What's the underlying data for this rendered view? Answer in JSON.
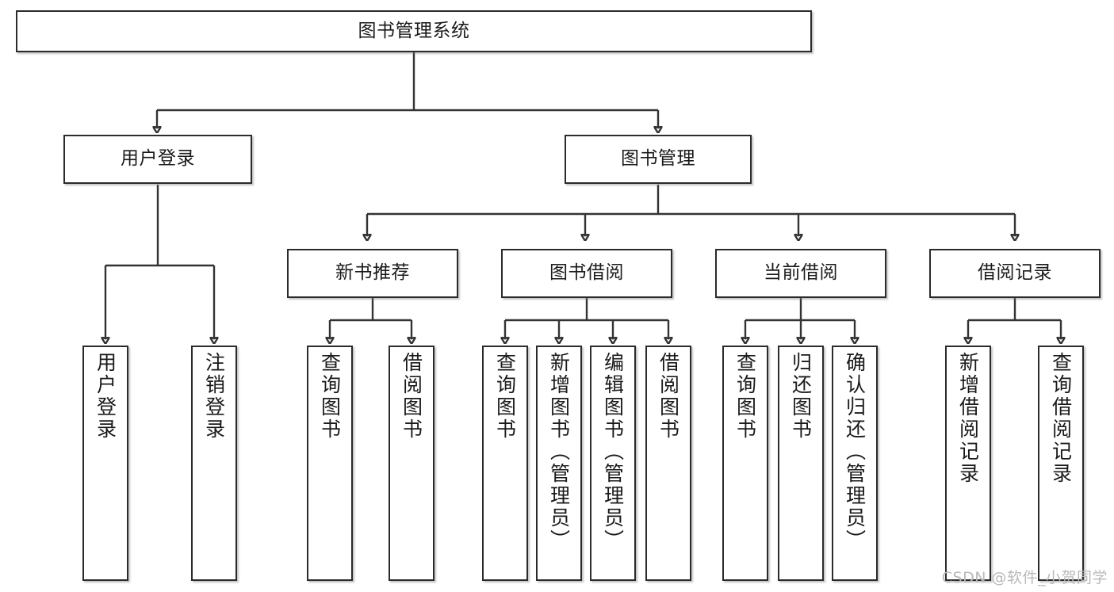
{
  "diagram": {
    "title": "图书管理系统",
    "type": "hierarchy-tree",
    "root": {
      "id": "root",
      "label": "图书管理系统"
    },
    "level1": [
      {
        "id": "user-login",
        "label": "用户登录"
      },
      {
        "id": "book-management",
        "label": "图书管理"
      }
    ],
    "level2": [
      {
        "id": "new-book-recommend",
        "label": "新书推荐",
        "parent": "book-management"
      },
      {
        "id": "book-borrow",
        "label": "图书借阅",
        "parent": "book-management"
      },
      {
        "id": "current-borrow",
        "label": "当前借阅",
        "parent": "book-management"
      },
      {
        "id": "borrow-record",
        "label": "借阅记录",
        "parent": "book-management"
      }
    ],
    "leaves": {
      "user_login": [
        {
          "id": "leaf-user-login",
          "label": "用户登录"
        },
        {
          "id": "leaf-logout-login",
          "label": "注销登录"
        }
      ],
      "new_book_recommend": [
        {
          "id": "leaf-query-book-1",
          "label": "查询图书"
        },
        {
          "id": "leaf-borrow-book-1",
          "label": "借阅图书"
        }
      ],
      "book_borrow": [
        {
          "id": "leaf-query-book-2",
          "label": "查询图书"
        },
        {
          "id": "leaf-add-book",
          "label": "新增图书（管理员）"
        },
        {
          "id": "leaf-edit-book",
          "label": "编辑图书（管理员）"
        },
        {
          "id": "leaf-borrow-book-2",
          "label": "借阅图书"
        }
      ],
      "current_borrow": [
        {
          "id": "leaf-query-book-3",
          "label": "查询图书"
        },
        {
          "id": "leaf-return-book",
          "label": "归还图书"
        },
        {
          "id": "leaf-confirm-return",
          "label": "确认归还（管理员）"
        }
      ],
      "borrow_record": [
        {
          "id": "leaf-add-record",
          "label": "新增借阅记录"
        },
        {
          "id": "leaf-query-record",
          "label": "查询借阅记录"
        }
      ]
    },
    "colors": {
      "box_border": "#2b2b2b",
      "box_fill": "#ffffff",
      "connector": "#333333",
      "text": "#1a1a1a",
      "watermark": "#b9b9b9"
    }
  },
  "watermark": {
    "text": "CSDN @软件_小贺同学"
  }
}
